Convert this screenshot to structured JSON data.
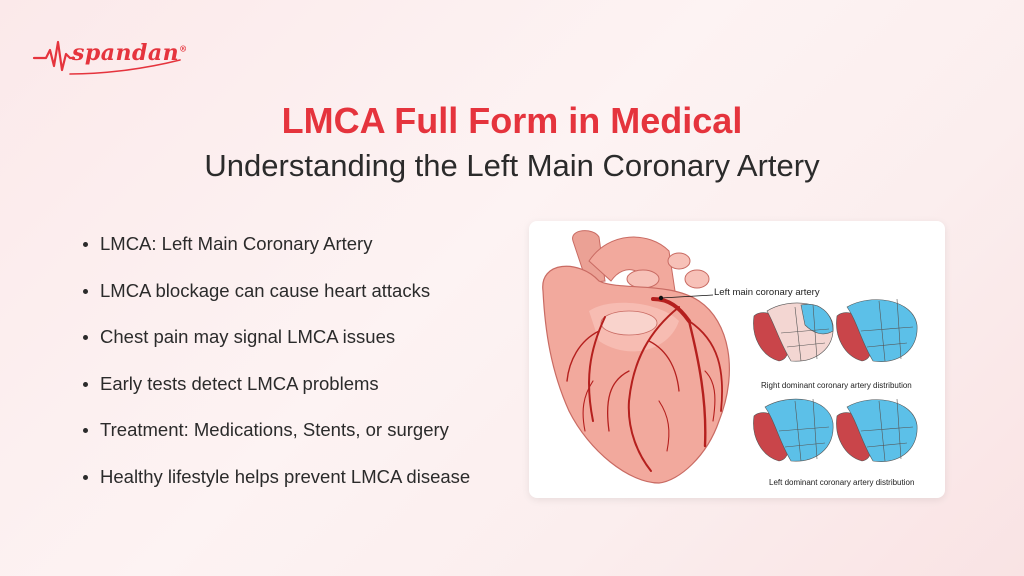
{
  "brand": {
    "logo_text": "spandan",
    "registered_mark": "®",
    "color": "#e5343d"
  },
  "title": "LMCA Full Form in Medical",
  "subtitle": "Understanding the Left Main Coronary Artery",
  "bullets": [
    "LMCA: Left Main Coronary Artery",
    "LMCA blockage can cause heart attacks",
    "Chest pain may signal LMCA issues",
    "Early tests detect LMCA problems",
    "Treatment: Medications, Stents, or surgery",
    "Healthy lifestyle helps prevent LMCA disease"
  ],
  "illustration": {
    "main_label": "Left main coronary artery",
    "right_dominant_label": "Right dominant coronary artery distribution",
    "left_dominant_label": "Left dominant coronary artery distribution"
  },
  "colors": {
    "accent": "#e5343d",
    "text": "#2b2b2b",
    "heart": "#f2a99d",
    "vessel": "#b5201e",
    "lv_segment": "#5cc0e8"
  }
}
